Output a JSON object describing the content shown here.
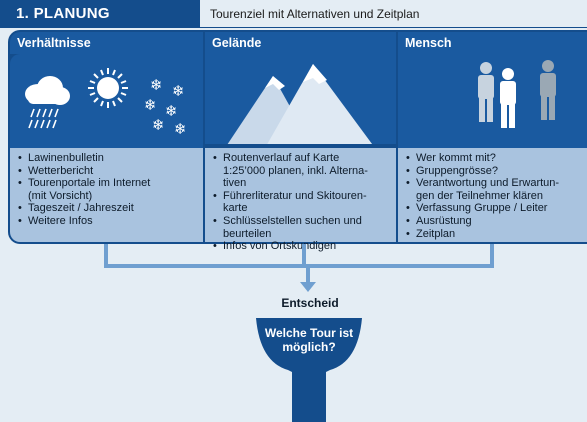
{
  "header": {
    "title": "1. PLANUNG",
    "subtitle": "Tourenziel mit Alternativen und Zeitplan"
  },
  "columns": [
    {
      "title": "Verhältnisse",
      "icons": [
        "snow-cloud-icon",
        "sun-icon",
        "snowflakes-icon"
      ],
      "items": [
        "Lawinenbulletin",
        "Wetterbericht",
        "Tourenportale im Internet",
        "(mit Vorsicht)",
        "Tageszeit / Jahreszeit",
        "Weitere Infos"
      ]
    },
    {
      "title": "Gelände",
      "icons": [
        "mountains-icon"
      ],
      "items": [
        "Routenverlauf auf Karte",
        "1:25’000 planen, inkl. Alterna-",
        "tiven",
        "Führerliteratur und Skitouren-",
        "karte",
        "Schlüsselstellen suchen und",
        "beurteilen",
        "Infos von Ortskundigen"
      ]
    },
    {
      "title": "Mensch",
      "icons": [
        "people-group-icon"
      ],
      "items": [
        "Wer kommt mit?",
        "Gruppengrösse?",
        "Verantwortung und Erwartun-",
        "gen der Teilnehmer klären",
        "Verfassung Gruppe / Leiter",
        "Ausrüstung",
        "Zeitplan"
      ]
    }
  ],
  "decision": {
    "label": "Entscheid",
    "question_line1": "Welche Tour ist",
    "question_line2": "möglich?"
  },
  "colors": {
    "dark_blue": "#144d8c",
    "mid_blue": "#1a5aa0",
    "light_blue": "#a9c3df",
    "flow_blue": "#6f9fd0",
    "background": "#e4edf4"
  }
}
